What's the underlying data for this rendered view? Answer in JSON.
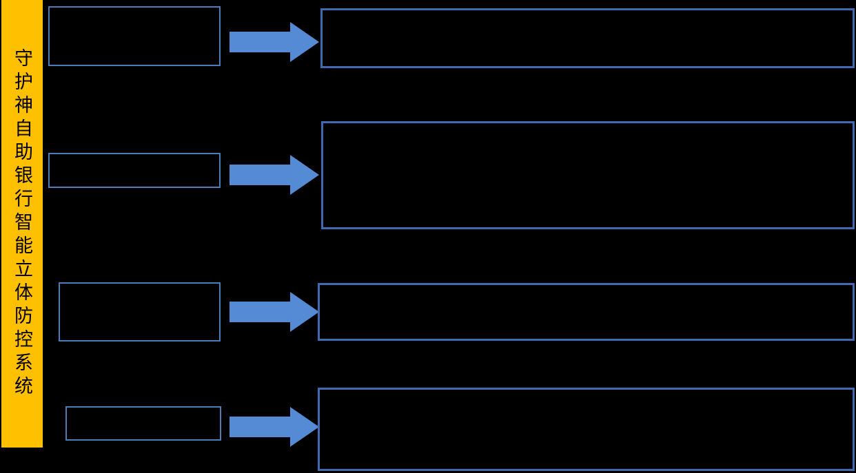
{
  "sidebar": {
    "title": "守护神自助银行智能立体防控系统"
  },
  "diagram": {
    "rows": [
      {
        "id": 1,
        "source_text": "",
        "target_text": ""
      },
      {
        "id": 2,
        "source_text": "",
        "target_text": ""
      },
      {
        "id": 3,
        "source_text": "",
        "target_text": ""
      },
      {
        "id": 4,
        "source_text": "",
        "target_text": ""
      }
    ]
  },
  "colors": {
    "background": "#000000",
    "sidebar_bg": "#FFC000",
    "sidebar_text": "#000000",
    "small_box_border": "#4A7EBB",
    "large_box_border": "#4169B4",
    "arrow_fill": "#548BD4"
  }
}
